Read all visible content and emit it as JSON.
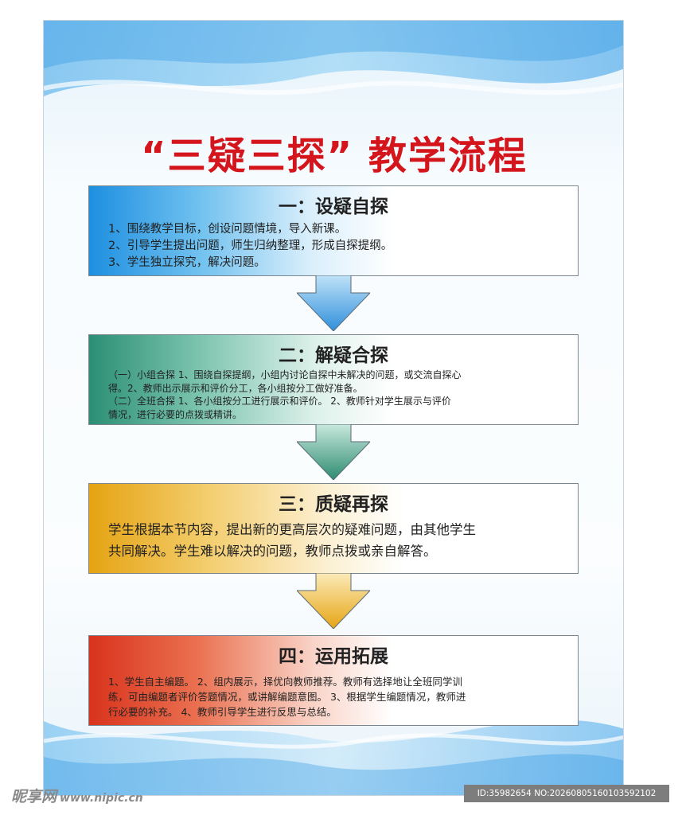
{
  "poster": {
    "title": "“三疑三探” 教学流程",
    "colors": {
      "title": "#d5151c",
      "step1": "#1e8fe0",
      "step2": "#2b8f74",
      "step3": "#e5a312",
      "step4": "#d9331c"
    },
    "steps": [
      {
        "heading": "一：设疑自探",
        "lines": [
          "1、围绕教学目标，创设问题情境，导入新课。",
          "2、引导学生提出问题，师生归纳整理，形成自探提纲。",
          "3、学生独立探究，解决问题。"
        ]
      },
      {
        "heading": "二：解疑合探",
        "lines": [
          "（一）小组合探 1、围绕自探提纲，小组内讨论自探中未解决的问题，或交流自探心",
          "得。2、教师出示展示和评价分工，各小组按分工做好准备。",
          "（二）全班合探 1、各小组按分工进行展示和评价。 2、教师针对学生展示与评价",
          "情况，进行必要的点拨或精讲。"
        ]
      },
      {
        "heading": "三：质疑再探",
        "lines": [
          "学生根据本节内容，提出新的更高层次的疑难问题，由其他学生",
          "共同解决。学生难以解决的问题，教师点拨或亲自解答。"
        ]
      },
      {
        "heading": "四：运用拓展",
        "lines": [
          "1、学生自主编题。 2、组内展示，择优向教师推荐。教师有选择地让全班同学训",
          "练，可由编题者评价答题情况，或讲解编题意图。 3、根据学生编题情况，教师进",
          "行必要的补充。 4、教师引导学生进行反思与总结。"
        ]
      }
    ]
  },
  "watermark": {
    "brand": "昵享网",
    "site": "www.nipic.cn",
    "id_text": "ID:35982654 NO:20260805160103592102"
  }
}
